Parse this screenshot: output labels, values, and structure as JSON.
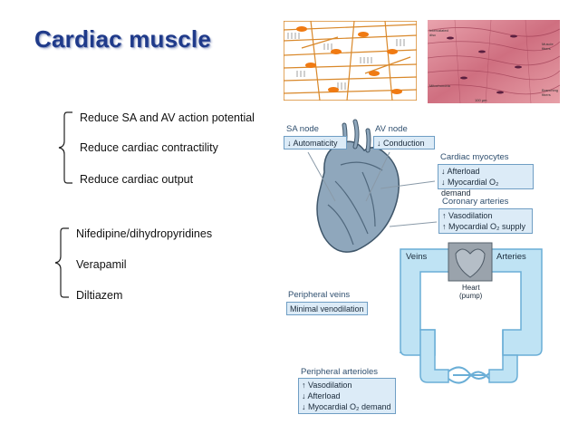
{
  "slide": {
    "title": "Cardiac muscle",
    "effects": [
      "Reduce SA and AV action potential",
      "Reduce cardiac contractility",
      "Reduce cardiac output"
    ],
    "drugs": [
      "Nifedipine/dihydropyridines",
      "Verapamil",
      "Diltiazem"
    ]
  },
  "diagram": {
    "sa_node": {
      "label": "SA node",
      "box": "↓ Automaticity"
    },
    "av_node": {
      "label": "AV node",
      "box": "↓ Conduction"
    },
    "cardiac_myocytes": {
      "label": "Cardiac myocytes",
      "lines": [
        "↓ Afterload",
        "↓ Myocardial O₂ demand"
      ]
    },
    "coronary_arteries": {
      "label": "Coronary arteries",
      "lines": [
        "↑ Vasodilation",
        "↑ Myocardial O₂ supply"
      ]
    },
    "circuit": {
      "veins": "Veins",
      "arteries": "Arteries",
      "heart": "Heart",
      "pump": "(pump)"
    },
    "peripheral_veins": {
      "label": "Peripheral veins",
      "box": "Minimal venodilation"
    },
    "peripheral_arterioles": {
      "label": "Peripheral arterioles",
      "lines": [
        "↑ Vasodilation",
        "↓ Afterload",
        "↓ Myocardial O₂ demand"
      ]
    },
    "micrograph": {
      "labels": [
        "Intercalated disc",
        "Muscle fibers",
        "Mitochondria",
        "Branching fibers"
      ],
      "scale": "100 µm"
    }
  }
}
